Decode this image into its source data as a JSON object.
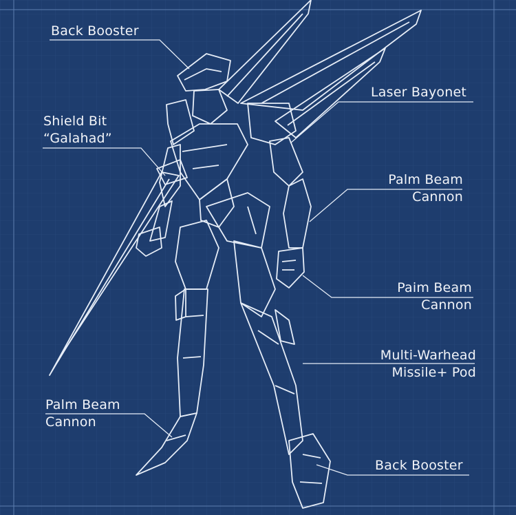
{
  "diagram": {
    "theme": {
      "background": "#1e3d6e",
      "grid": "#35598c",
      "line": "#e6edf7",
      "text": "#f2f4f8"
    },
    "labels": {
      "back_booster_top": {
        "lines": [
          "Back Booster"
        ]
      },
      "laser_bayonet": {
        "lines": [
          "Laser Bayonet"
        ]
      },
      "shield_bit": {
        "lines": [
          "Shield Bit",
          "“Galahad”"
        ]
      },
      "palm_beam_cannon_upper": {
        "lines": [
          "Palm Beam",
          "Cannon"
        ]
      },
      "paim_beam_cannon": {
        "lines": [
          "Paim Beam",
          "Cannon"
        ]
      },
      "multi_warhead": {
        "lines": [
          "Multi-Warhead",
          "Missile+ Pod"
        ]
      },
      "palm_beam_cannon_lower": {
        "lines": [
          "Palm Beam",
          "Cannon"
        ]
      },
      "back_booster_bottom": {
        "lines": [
          "Back Booster"
        ]
      }
    }
  }
}
